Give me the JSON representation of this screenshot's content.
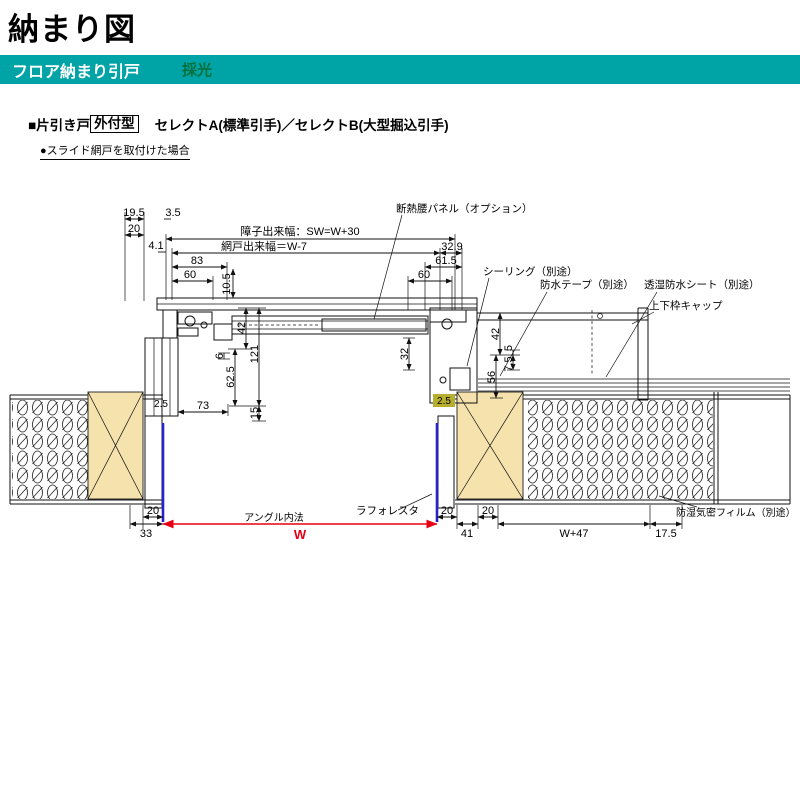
{
  "title": "納まり図",
  "banner": {
    "product": "フロア納まり引戸",
    "category": "採光"
  },
  "subtitle": {
    "prefix": "■片引き戸",
    "boxed": "外付型",
    "detail": "セレクトA(標準引手)／セレクトB(大型掘込引手)"
  },
  "note": "●スライド網戸を取付けた場合",
  "colors": {
    "banner": "#00a3a6",
    "category": "#00703c",
    "dim_red": "#e60012",
    "jamb_blue": "#2424c8",
    "wood": "#f5e2ad",
    "highlight": "#b5ae2f"
  },
  "diagram": {
    "top_dims": {
      "d19_5": "19.5",
      "d20": "20",
      "d3_5": "3.5",
      "d4_1": "4.1",
      "shoji": "障子出来幅：SW=W+30",
      "amido": "網戸出来幅＝W-7",
      "d32_9": "32.9",
      "d83": "83",
      "d61_5": "61.5",
      "d60_l": "60",
      "d60_r": "60",
      "d10_5": "10.5"
    },
    "left_dims": {
      "d42": "42",
      "d121": "121",
      "d6": "6",
      "d62_5": "62.5",
      "d2_5": "2.5",
      "d73": "73",
      "d15": "15"
    },
    "right_dims": {
      "d32": "32",
      "d42": "42",
      "d5": "5",
      "d7_5": "7.5",
      "d56": "56",
      "d2_5": "2.5"
    },
    "bottom_dims": {
      "d33": "33",
      "d20_l": "20",
      "angle": "アングル内法",
      "w": "W",
      "d20_m": "20",
      "d41": "41",
      "d20_r": "20",
      "w47": "W+47",
      "d17_5": "17.5"
    },
    "labels": {
      "panel": "断熱腰パネル（オプション）",
      "sealing": "シーリング（別途）",
      "tape": "防水テープ（別途）",
      "sheet": "透湿防水シート（別途）",
      "cap": "上下枠キャップ",
      "film": "防湿気密フィルム（別途）",
      "laforesta": "ラフォレスタ"
    }
  }
}
